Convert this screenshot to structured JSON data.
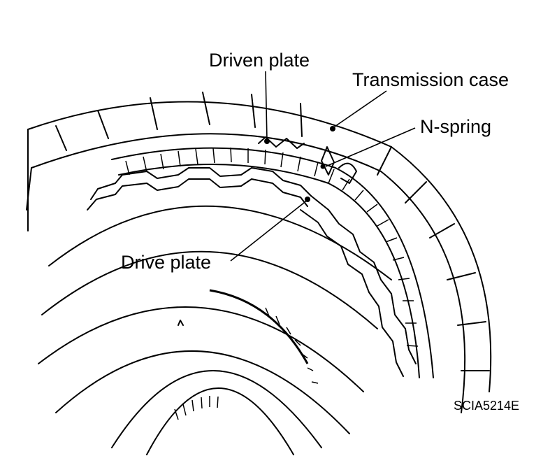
{
  "labels": {
    "driven_plate": "Driven plate",
    "transmission_case": "Transmission case",
    "n_spring": "N-spring",
    "drive_plate": "Drive plate"
  },
  "figure_code": "SCIA5214E"
}
